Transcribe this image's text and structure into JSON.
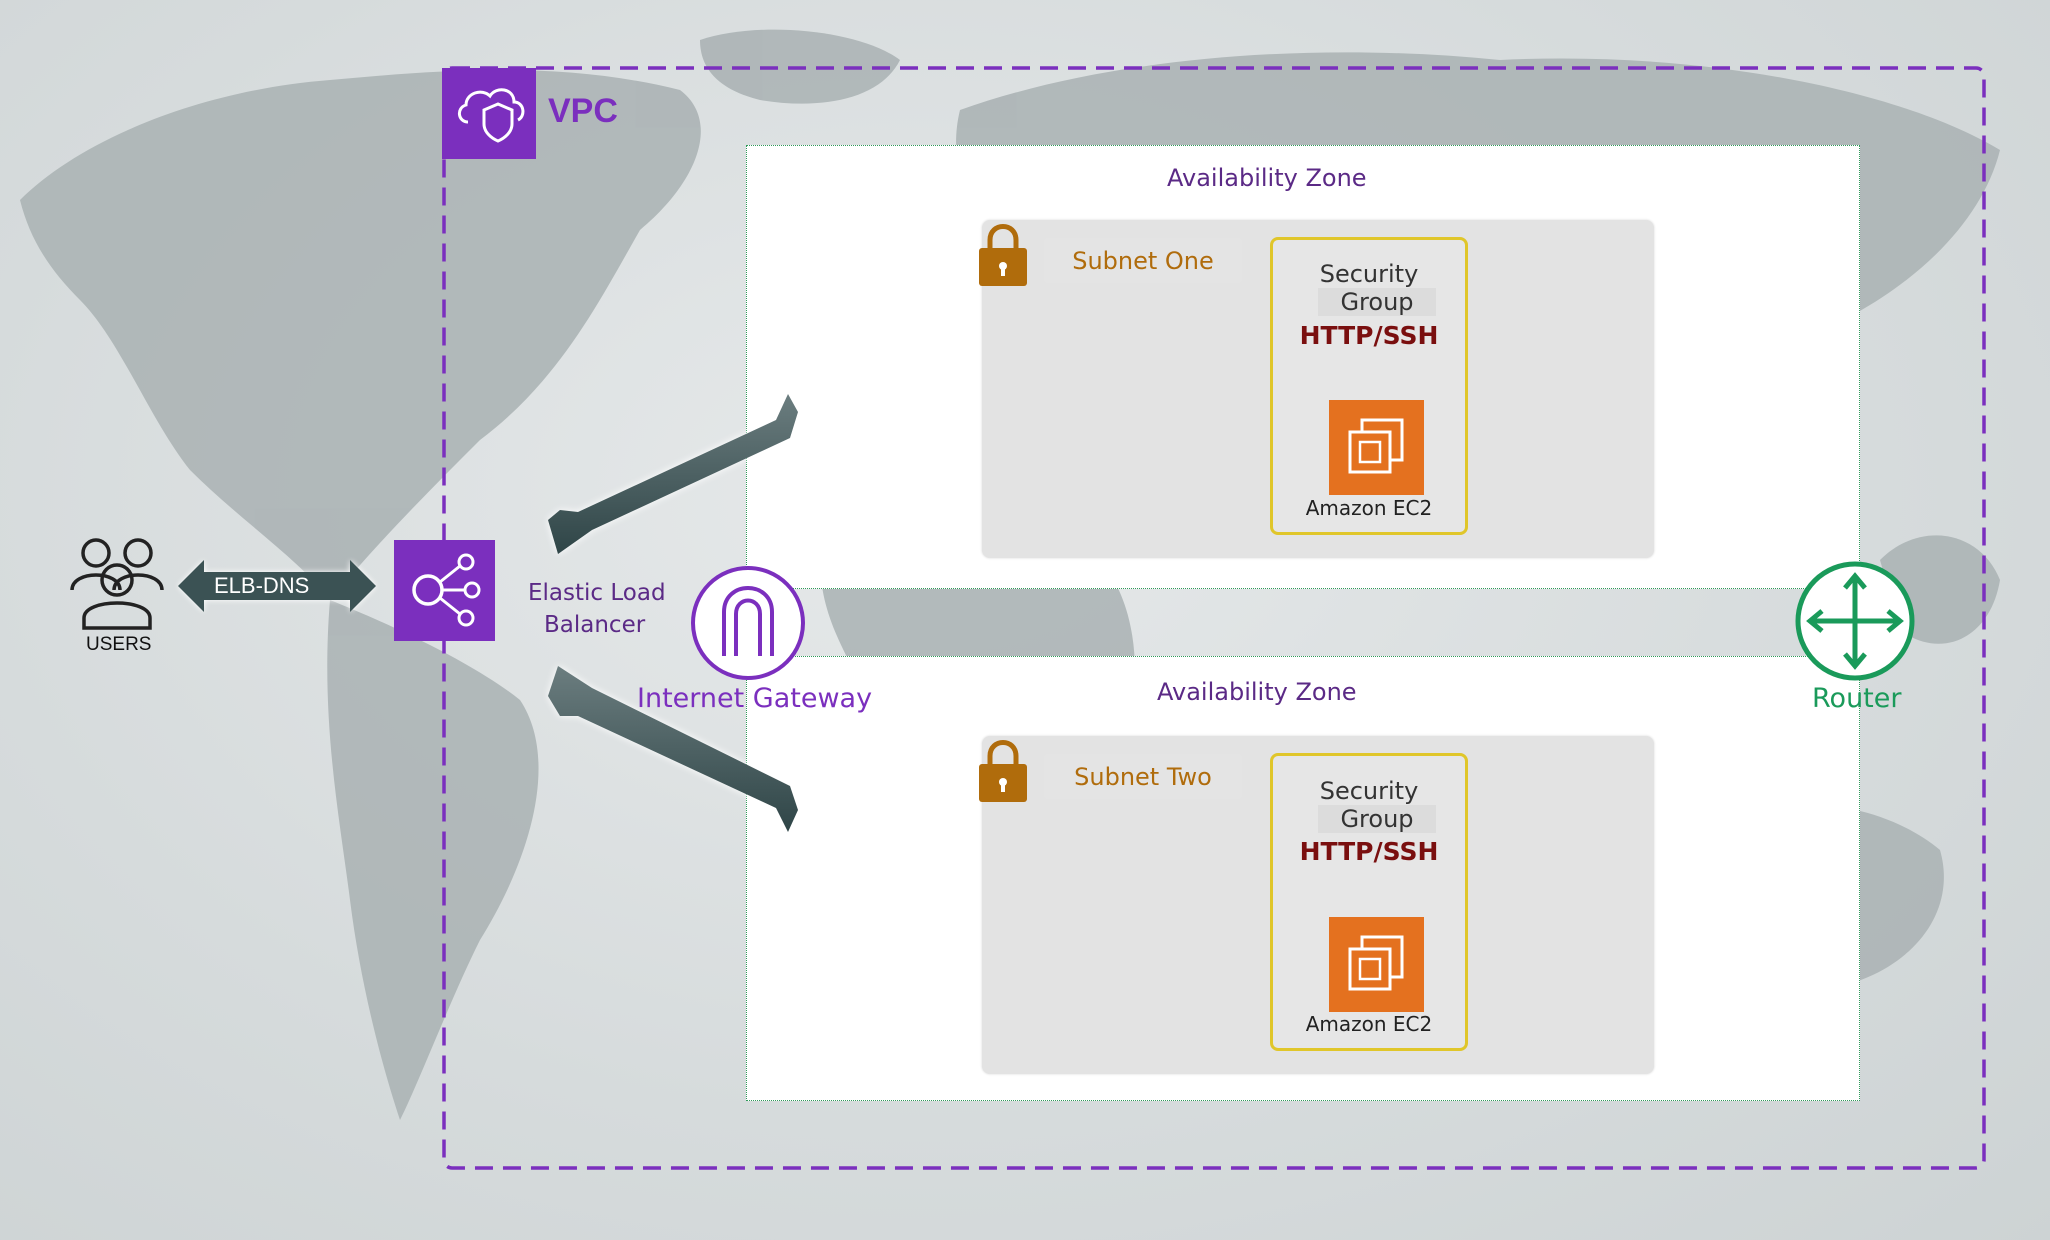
{
  "vpc": {
    "label": "VPC",
    "border_color": "#7b2fbe"
  },
  "users": {
    "label": "USERS"
  },
  "elb_dns": {
    "label": "ELB-DNS"
  },
  "elb": {
    "label_line1": "Elastic Load",
    "label_line2": "Balancer"
  },
  "internet_gateway": {
    "label": "Internet Gateway"
  },
  "router": {
    "label": "Router",
    "color": "#1a9a5a"
  },
  "zones": [
    {
      "label": "Availability Zone",
      "subnet": "Subnet One",
      "security_group": {
        "line1": "Security",
        "line2": "Group",
        "protocol": "HTTP/SSH"
      },
      "instance": "Amazon EC2"
    },
    {
      "label": "Availability Zone",
      "subnet": "Subnet Two",
      "security_group": {
        "line1": "Security",
        "line2": "Group",
        "protocol": "HTTP/SSH"
      },
      "instance": "Amazon EC2"
    }
  ],
  "colors": {
    "aws_purple": "#7b2fbe",
    "ec2_orange": "#e4711f",
    "lock_brown": "#b06c0c",
    "sg_border": "#e0c62a"
  }
}
